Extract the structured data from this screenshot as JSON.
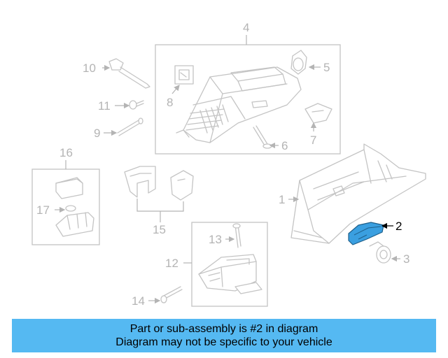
{
  "colors": {
    "highlight": "#3a9fe0",
    "line": "#c4c4c4",
    "label": "#b4b4b4",
    "banner": "#55b9f2"
  },
  "callouts": {
    "c1": "1",
    "c2": "2",
    "c3": "3",
    "c4": "4",
    "c5": "5",
    "c6": "6",
    "c7": "7",
    "c8": "8",
    "c9": "9",
    "c10": "10",
    "c11": "11",
    "c12": "12",
    "c13": "13",
    "c14": "14",
    "c15": "15",
    "c16": "16",
    "c17": "17"
  },
  "banner": {
    "line1": "Part or sub-assembly is #2 in diagram",
    "line2": "Diagram may not be specific to your vehicle"
  }
}
